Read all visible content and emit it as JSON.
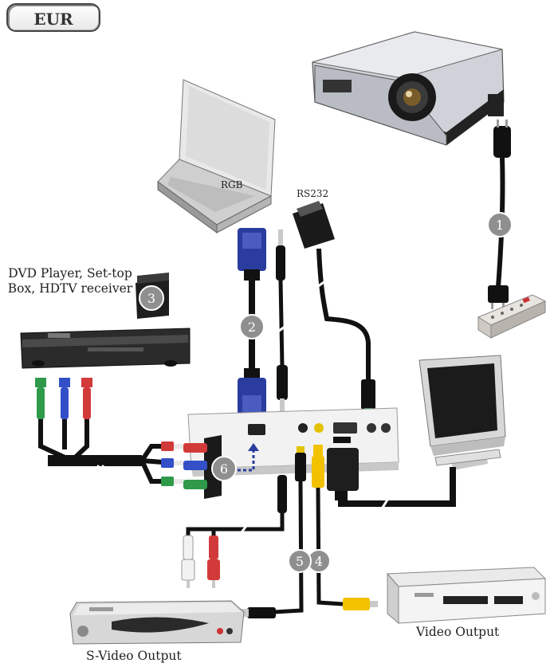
{
  "region_badge": "EUR",
  "labels": {
    "rgb": "RGB",
    "rs232": "RS232",
    "dvd_player": "DVD Player, Set-top Box, HDTV receiver",
    "svideo_output": "S-Video Output",
    "video_output": "Video Output"
  },
  "callouts": {
    "power_cord": "1",
    "vga_cable": "2",
    "scart_adapter": "3",
    "composite_video": "4",
    "svideo_cable": "5",
    "component_adapter": "6"
  },
  "colors": {
    "cable": "#111111",
    "callout_fill": "#8f8f8f",
    "vga_blue": "#2a3d9e",
    "component_green": "#2e9a4a",
    "component_blue": "#3350c8",
    "component_red": "#d23a3a",
    "composite_yellow": "#f2c200",
    "audio_white": "#f2f2f2"
  }
}
